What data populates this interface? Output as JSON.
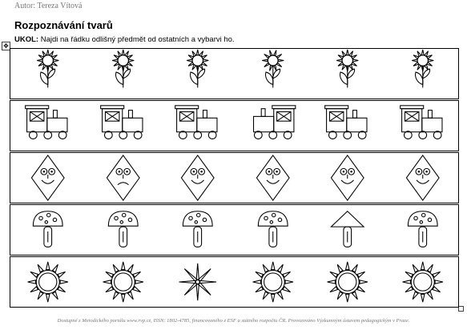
{
  "header": {
    "author": "Autor: Tereza Vítová",
    "title": "Rozpoznávání tvarů",
    "instruction_label": "UKOL:",
    "instruction_text": " Najdi na řádku odlišný předmět od ostatních a vybarvi ho."
  },
  "handle_icon": "move-handle-icon",
  "rows": [
    {
      "name": "flowers",
      "items": [
        "flower",
        "flower",
        "flower",
        "flower-odd",
        "flower",
        "flower"
      ]
    },
    {
      "name": "trains",
      "items": [
        "train",
        "train",
        "train",
        "train-odd",
        "train",
        "train"
      ]
    },
    {
      "name": "diamond-faces",
      "items": [
        "face-happy",
        "face-sad",
        "face-happy",
        "face-happy",
        "face-happy",
        "face-happy"
      ]
    },
    {
      "name": "mushrooms",
      "items": [
        "mushroom",
        "mushroom",
        "mushroom",
        "mushroom",
        "mushroom-triangle",
        "mushroom"
      ]
    },
    {
      "name": "suns",
      "items": [
        "sun",
        "sun",
        "sun-rays",
        "sun",
        "sun",
        "sun"
      ]
    }
  ],
  "footer": "Dostupné z Metodického portálu www.rvp.cz, ISSN: 1802-4785, financovaného z ESF a státního rozpočtu ČR. Provozováno Výzkumným ústavem pedagogickým v Praze."
}
